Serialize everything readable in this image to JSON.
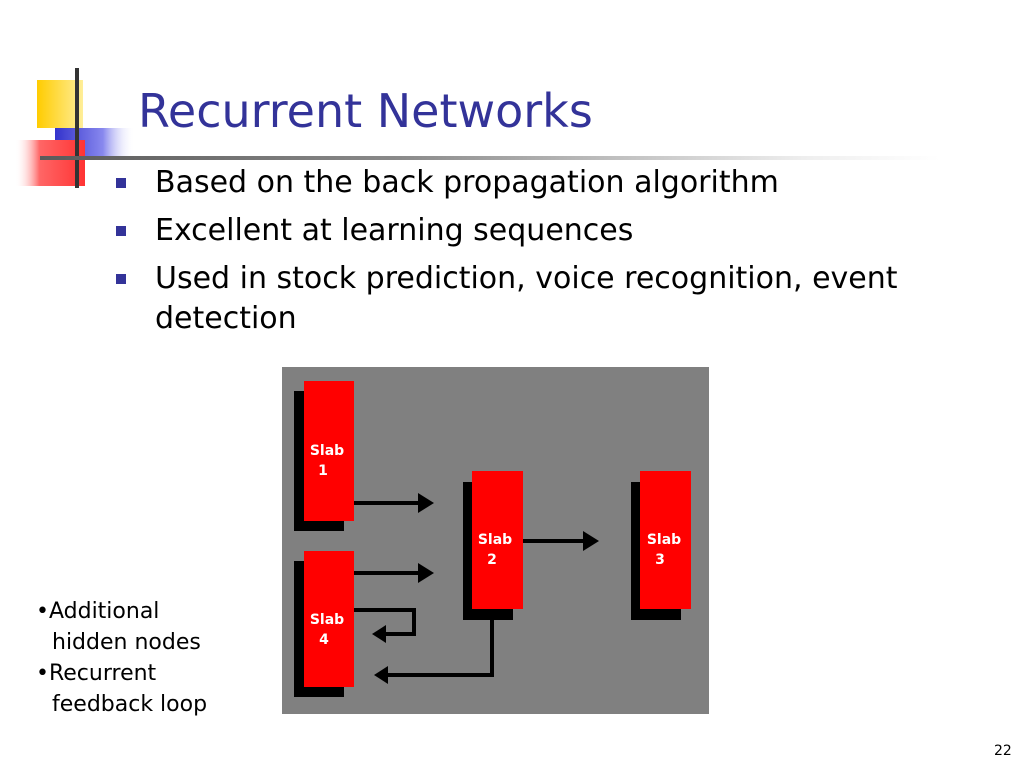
{
  "slide": {
    "title": "Recurrent Networks",
    "bullets": [
      "Based on the back propagation algorithm",
      "Excellent at learning sequences",
      "Used in stock prediction, voice recognition, event detection"
    ],
    "notes": [
      {
        "line1": "•Additional",
        "line2": "hidden nodes"
      },
      {
        "line1": "•Recurrent",
        "line2": "feedback loop"
      }
    ],
    "page_number": "22"
  },
  "diagram": {
    "background_color": "#808080",
    "slab_color": "#ff0000",
    "shadow_color": "#000000",
    "slab_label": "Slab",
    "slabs": [
      {
        "id": "1"
      },
      {
        "id": "2"
      },
      {
        "id": "3"
      },
      {
        "id": "4"
      }
    ]
  },
  "colors": {
    "title": "#333399",
    "bullet": "#333399",
    "logo_yellow": "#ffcc00",
    "logo_blue": "#3333cc",
    "logo_red": "#ff3333"
  }
}
